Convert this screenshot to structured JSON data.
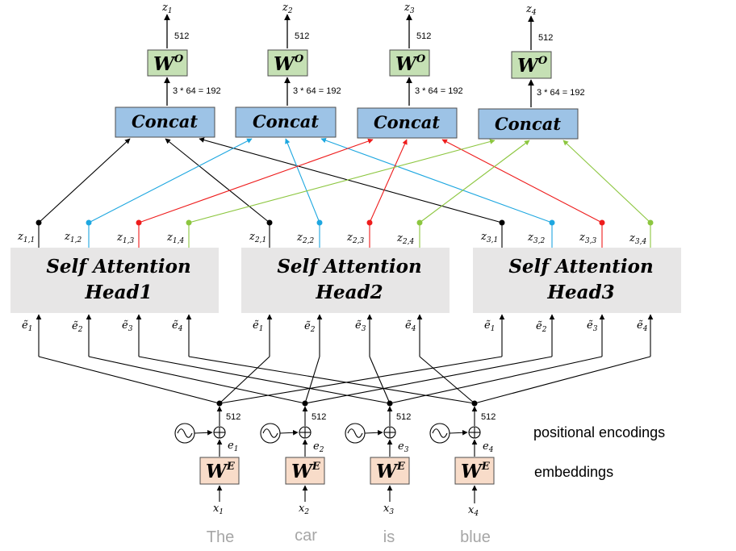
{
  "concat_label": "Concat",
  "wo_label": "W",
  "wo_sup": "O",
  "we_label": "W",
  "we_sup": "E",
  "dim_512": "512",
  "concat_dim": "3 * 64 = 192",
  "heads": [
    {
      "line1": "Self Attention",
      "line2": "Head1"
    },
    {
      "line1": "Self Attention",
      "line2": "Head2"
    },
    {
      "line1": "Self Attention",
      "line2": "Head3"
    }
  ],
  "outputs": [
    "z1",
    "z2",
    "z3",
    "z4"
  ],
  "head_inputs": [
    "ẽ1",
    "ẽ2",
    "ẽ3",
    "ẽ4"
  ],
  "head_outputs": [
    [
      "z1,1",
      "z1,2",
      "z1,3",
      "z1,4"
    ],
    [
      "z2,1",
      "z2,2",
      "z2,3",
      "z2,4"
    ],
    [
      "z3,1",
      "z3,2",
      "z3,3",
      "z3,4"
    ]
  ],
  "embeddings": [
    "e1",
    "e2",
    "e3",
    "e4"
  ],
  "inputs": [
    "x1",
    "x2",
    "x3",
    "x4"
  ],
  "words": [
    "The",
    "car",
    "is",
    "blue"
  ],
  "legend": {
    "positional": "positional encodings",
    "embeddings": "embeddings"
  },
  "colors": {
    "concat_fill": "#9dc3e6",
    "wo_fill": "#c5e0b4",
    "we_fill": "#f8dcc9",
    "head_fill": "#e7e6e6",
    "series": [
      "#000000",
      "#1ea7e0",
      "#ee1c1c",
      "#8cc63f"
    ],
    "word": "#a6a6a6"
  }
}
